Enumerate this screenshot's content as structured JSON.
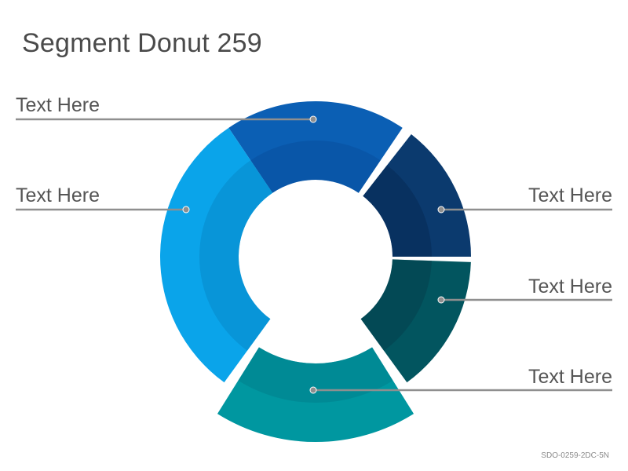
{
  "title": "Segment Donut 259",
  "code": "SDO-0259-2DC-5N",
  "labels": [
    "Text Here",
    "Text Here",
    "Text Here",
    "Text Here",
    "Text Here"
  ],
  "segments": [
    {
      "name": "top",
      "color": "#0b5fb4",
      "inner_shade": "#0a4f9e"
    },
    {
      "name": "upper-right",
      "color": "#0b3a6e",
      "inner_shade": "#082a56"
    },
    {
      "name": "lower-right",
      "color": "#02555f",
      "inner_shade": "#05404d"
    },
    {
      "name": "bottom",
      "color": "#0097a0",
      "inner_shade": "#007f8c"
    },
    {
      "name": "left",
      "color": "#0aa4ea",
      "inner_shade": "#0788c9"
    }
  ],
  "connector_color": "#8f8f8f"
}
